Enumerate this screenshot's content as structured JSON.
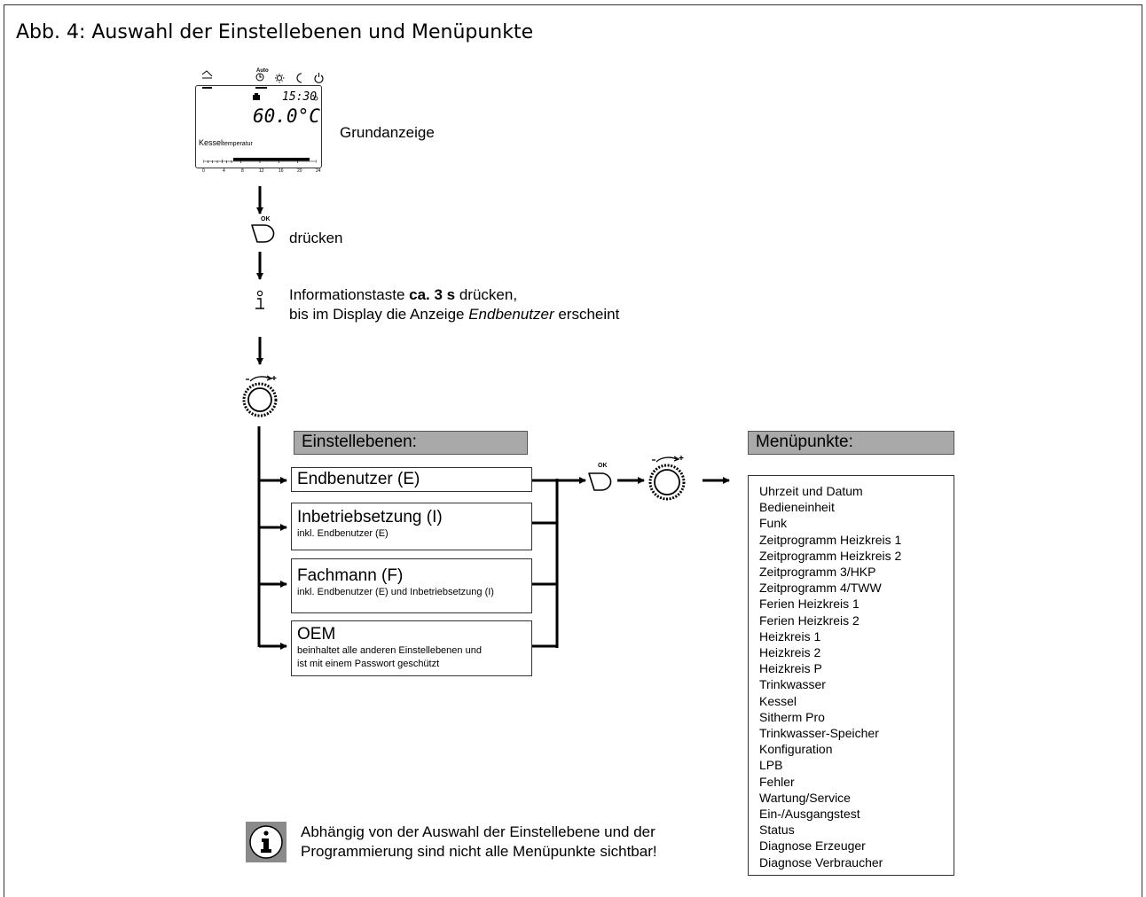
{
  "figure": {
    "title": "Abb. 4: Auswahl der Einstellebenen und Menüpunkte"
  },
  "display": {
    "mode_label": "Auto",
    "time": "15:30",
    "temperature": "60.0°C",
    "label_bold": "Kessel",
    "label_rest": "temperatur",
    "ticks": [
      "0",
      "4",
      "8",
      "12",
      "16",
      "20",
      "24"
    ]
  },
  "steps": {
    "grundanzeige": "Grundanzeige",
    "ok_label": "OK",
    "press": "drücken",
    "info_line1_pre": "Informationstaste ",
    "info_line1_bold": "ca. 3 s",
    "info_line1_post": " drücken,",
    "info_line2_pre": "bis im Display die Anzeige ",
    "info_line2_italic": "Endbenutzer",
    "info_line2_post": " erscheint"
  },
  "levels_header": "Einstellebenen:",
  "levels": [
    {
      "title": "Endbenutzer (E)",
      "lines": []
    },
    {
      "title": "Inbetriebsetzung (I)",
      "lines": [
        "inkl. Endbenutzer (E)"
      ]
    },
    {
      "title": "Fachmann (F)",
      "lines": [
        "inkl. Endbenutzer (E) und Inbetriebsetzung (I)"
      ]
    },
    {
      "title": "OEM",
      "lines": [
        "beinhaltet alle anderen Einstellebenen und",
        "ist mit einem Passwort geschützt"
      ]
    }
  ],
  "menu_header": "Menüpunkte:",
  "menu_items": [
    "Uhrzeit und Datum",
    "Bedieneinheit",
    "Funk",
    "Zeitprogramm Heizkreis 1",
    "Zeitprogramm Heizkreis 2",
    "Zeitprogramm 3/HKP",
    "Zeitprogramm 4/TWW",
    "Ferien Heizkreis 1",
    "Ferien Heizkreis 2",
    "Heizkreis 1",
    "Heizkreis 2",
    "Heizkreis P",
    "Trinkwasser",
    "Kessel",
    "Sitherm Pro",
    "Trinkwasser-Speicher",
    "Konfiguration",
    "LPB",
    "Fehler",
    "Wartung/Service",
    "Ein-/Ausgangstest",
    "Status",
    "Diagnose Erzeuger",
    "Diagnose Verbraucher"
  ],
  "note": {
    "line1": "Abhängig von der Auswahl der Einstellebene und der",
    "line2": "Programmierung sind nicht alle Menüpunkte sichtbar!"
  },
  "colors": {
    "header_fill": "#a9a9a9",
    "line": "#000000",
    "info_icon_fill": "#8a8a8a"
  }
}
